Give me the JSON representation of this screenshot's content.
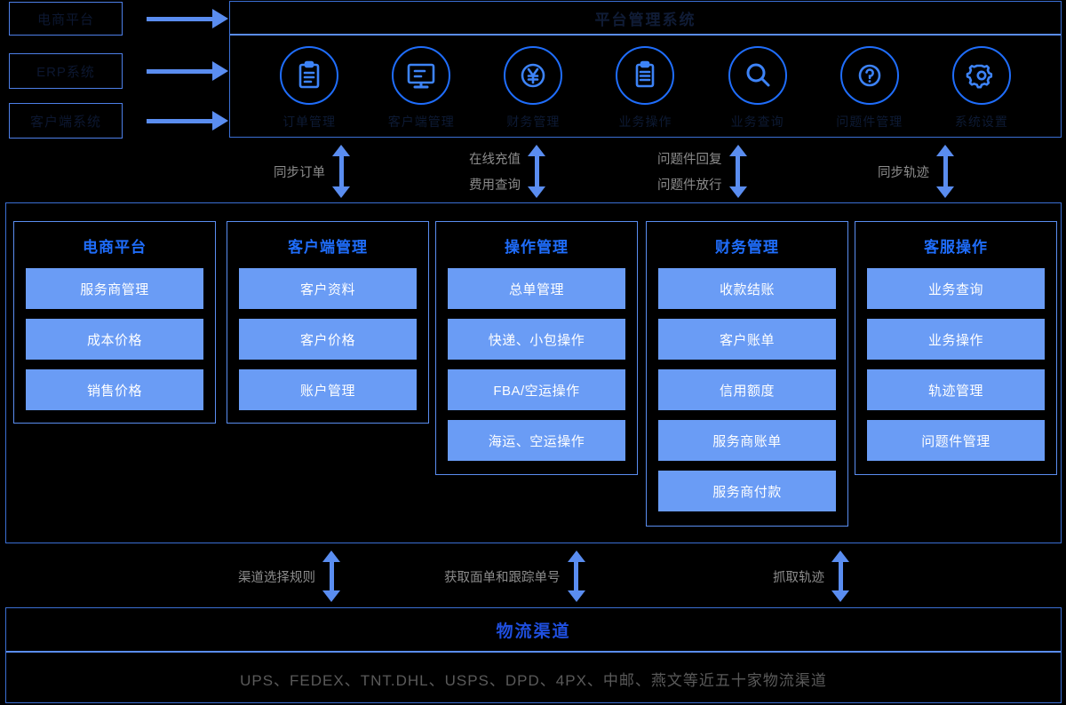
{
  "sources": [
    {
      "label": "电商平台"
    },
    {
      "label": "ERP系统"
    },
    {
      "label": "客户端系统"
    }
  ],
  "platform": {
    "title": "平台管理系统",
    "icons": [
      {
        "name": "order-icon",
        "label": "订单管理"
      },
      {
        "name": "monitor-icon",
        "label": "客户端管理"
      },
      {
        "name": "yen-icon",
        "label": "财务管理"
      },
      {
        "name": "clipboard-icon",
        "label": "业务操作"
      },
      {
        "name": "search-icon",
        "label": "业务查询"
      },
      {
        "name": "question-icon",
        "label": "问题件管理"
      },
      {
        "name": "gear-icon",
        "label": "系统设置"
      }
    ]
  },
  "upper_connectors": [
    {
      "labels": [
        "同步订单"
      ]
    },
    {
      "labels": [
        "在线充值",
        "费用查询"
      ]
    },
    {
      "labels": [
        "问题件回复",
        "问题件放行"
      ]
    },
    {
      "labels": [
        "同步轨迹"
      ]
    }
  ],
  "columns": [
    {
      "title": "电商平台",
      "items": [
        "服务商管理",
        "成本价格",
        "销售价格"
      ]
    },
    {
      "title": "客户端管理",
      "items": [
        "客户资料",
        "客户价格",
        "账户管理"
      ]
    },
    {
      "title": "操作管理",
      "items": [
        "总单管理",
        "快递、小包操作",
        "FBA/空运操作",
        "海运、空运操作"
      ]
    },
    {
      "title": "财务管理",
      "items": [
        "收款结账",
        "客户账单",
        "信用额度",
        "服务商账单",
        "服务商付款"
      ]
    },
    {
      "title": "客服操作",
      "items": [
        "业务查询",
        "业务操作",
        "轨迹管理",
        "问题件管理"
      ]
    }
  ],
  "lower_connectors": [
    {
      "labels": [
        "渠道选择规则"
      ]
    },
    {
      "labels": [
        "获取面单和跟踪单号"
      ]
    },
    {
      "labels": [
        "抓取轨迹"
      ]
    }
  ],
  "channels": {
    "title": "物流渠道",
    "list": "UPS、FEDEX、TNT.DHL、USPS、DPD、4PX、中邮、燕文等近五十家物流渠道"
  },
  "colors": {
    "accent_blue": "#1f6dfb",
    "arrow_blue": "#5a8df0",
    "item_blue": "#6a9cf5",
    "border_blue": "#3b6fd4",
    "label_gray": "#8c8c8c",
    "background": "#000000"
  }
}
